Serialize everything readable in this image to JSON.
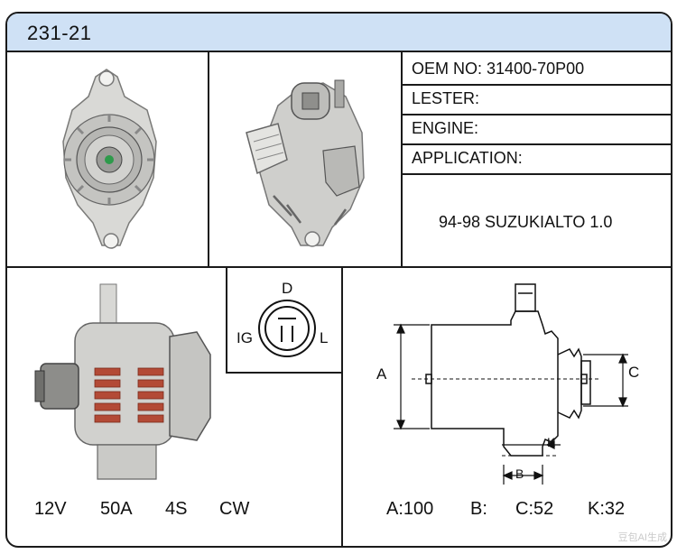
{
  "header": {
    "title": "231-21"
  },
  "specs": {
    "oem_label": "OEM NO:",
    "oem_value": "31400-70P00",
    "lester_label": "LESTER:",
    "engine_label": "ENGINE:",
    "application_label": "APPLICATION:",
    "application_value": "94-98 SUZUKIALTO 1.0"
  },
  "connector": {
    "top": "D",
    "left": "IG",
    "right": "L"
  },
  "electrical": {
    "voltage": "12V",
    "amperage": "50A",
    "pulley": "4S",
    "rotation": "CW"
  },
  "dimension_labels": {
    "a": "A",
    "b": "B",
    "c": "C",
    "k": "K"
  },
  "dimensions": {
    "a": "A:100",
    "b": "B:",
    "c": "C:52",
    "k": "K:32"
  },
  "watermark": "豆包AI生成"
}
